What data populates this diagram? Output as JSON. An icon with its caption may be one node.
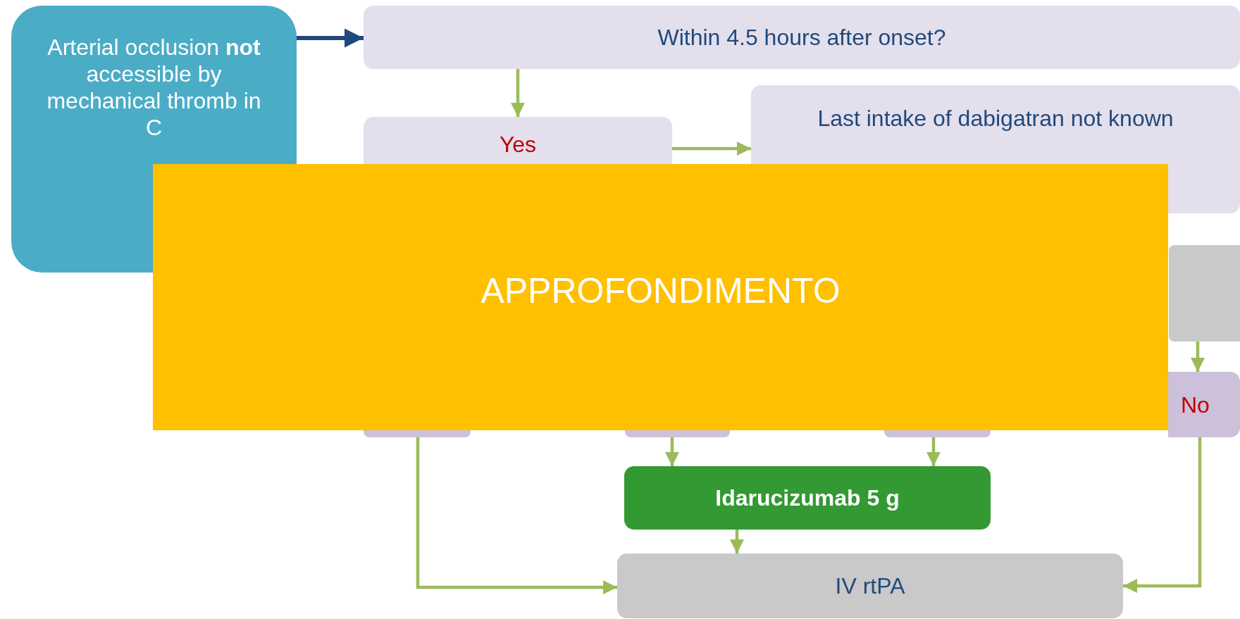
{
  "diagram": {
    "nodes": [
      {
        "text": [
          "Arterial occlusion **not** accessible by mechanical thromb in C"
        ]
      },
      {
        "text": [
          "Within 4.5 hours after onset?"
        ]
      },
      {
        "text": [
          "Yes"
        ]
      },
      {
        "text": [
          "Last intake of dabigatran not known"
        ]
      },
      {
        "text": [],
        "shape": "box"
      },
      {
        "text": [],
        "shape": "box"
      },
      {
        "text": [],
        "shape": "box"
      },
      {
        "text": [],
        "shape": "box"
      },
      {
        "text": [
          "No"
        ]
      },
      {
        "text": [
          "Idarucizumab 5 g"
        ]
      },
      {
        "text": [
          "IV rtPA"
        ]
      }
    ],
    "edges": [
      {
        "from": 0,
        "to": 1,
        "arrow": "to",
        "color": "#1f497d"
      },
      {
        "from": 1,
        "to": 2,
        "arrow": "to"
      },
      {
        "from": 2,
        "to": 3,
        "arrow": "to"
      },
      {
        "from": 4,
        "to": 8,
        "arrow": "to"
      },
      {
        "from": 5,
        "to": 10,
        "arrow": "to"
      },
      {
        "from": 6,
        "to": 9,
        "arrow": "to"
      },
      {
        "from": 7,
        "to": 9,
        "arrow": "to"
      },
      {
        "from": 9,
        "to": 10,
        "arrow": "to"
      },
      {
        "from": 8,
        "to": 10,
        "arrow": "to"
      }
    ],
    "labels": [
      "APPROFONDIMENTO"
    ]
  }
}
